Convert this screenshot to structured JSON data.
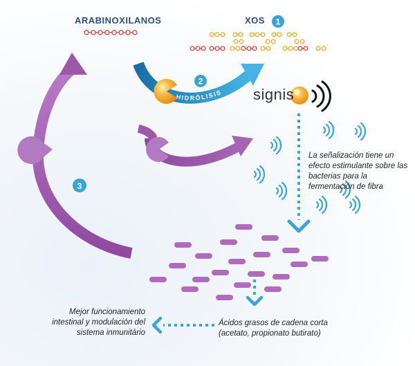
{
  "labels": {
    "arabinoxylans": "ARABINOXILANOS",
    "xos": "XOS",
    "hydrolysis": "HIDRÓLISIS",
    "brand": "signis",
    "signaling_caption": "La señalización tiene un efecto estimulante sobre las bacterias para la fermentación de fibra",
    "acids_caption": "Ácidos grasos de cadena corta (acetato, propionato butirato)",
    "benefit_caption": "Mejor funcionamiento intestinal y modulación del sistema inmunitário"
  },
  "steps": [
    "1",
    "2",
    "3"
  ],
  "colors": {
    "navy": "#2a4f80",
    "purple": "#9b59a8",
    "purple_dark": "#7d3f8f",
    "chain_red": "#d9534f",
    "chain_gold": "#e8b33c",
    "signal_blue": "#3aa3d8",
    "hydrolysis_blue": "#1f7fb5"
  },
  "icons": [
    "enzyme-pacman-icon",
    "signal-wave-icon",
    "arrow-icon",
    "signis-sphere-icon"
  ]
}
